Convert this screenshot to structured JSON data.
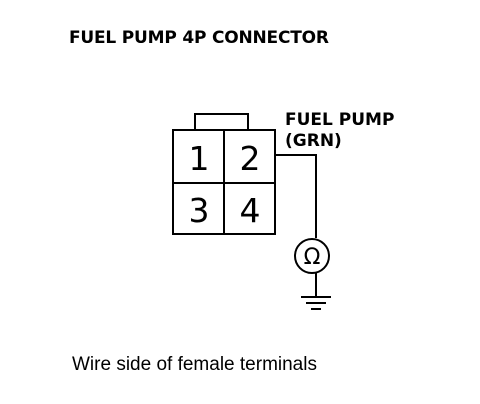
{
  "diagram": {
    "title": "FUEL PUMP 4P CONNECTOR",
    "wire_label": {
      "line1": "FUEL PUMP",
      "line2": "(GRN)"
    },
    "terminals": [
      "1",
      "2",
      "3",
      "4"
    ],
    "meter_symbol": "Ω",
    "caption": "Wire side of female terminals",
    "ink_color": "#000000",
    "icons": [
      "ohmmeter-icon",
      "ground-icon"
    ]
  }
}
